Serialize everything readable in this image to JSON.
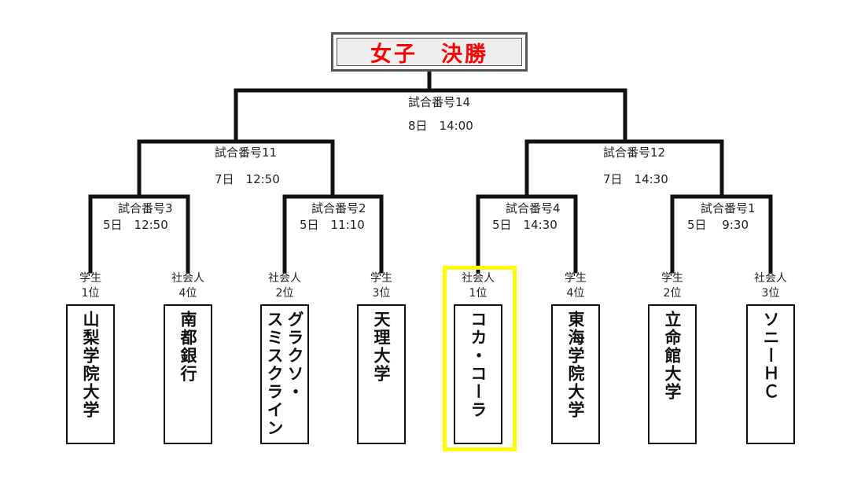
{
  "title": "女子　決勝",
  "colors": {
    "title": "#ff0000",
    "highlight": "#ffff00",
    "line": "#111111"
  },
  "matches": {
    "m14": {
      "name": "試合番号14",
      "time": "8日　14:00"
    },
    "m11": {
      "name": "試合番号11",
      "time": "7日　12:50"
    },
    "m12": {
      "name": "試合番号12",
      "time": "7日　14:30"
    },
    "m3": {
      "name": "試合番号3",
      "time": "5日　12:50"
    },
    "m2": {
      "name": "試合番号2",
      "time": "5日　11:10"
    },
    "m4": {
      "name": "試合番号4",
      "time": "5日　14:30"
    },
    "m1": {
      "name": "試合番号1",
      "time": "5日　 9:30"
    }
  },
  "teams": [
    {
      "category": "学生",
      "rank": "1位",
      "columns": [
        "山梨学院大学"
      ]
    },
    {
      "category": "社会人",
      "rank": "4位",
      "columns": [
        "南都銀行"
      ]
    },
    {
      "category": "社会人",
      "rank": "2位",
      "columns": [
        "グラクソ・",
        "スミスクライン"
      ]
    },
    {
      "category": "学生",
      "rank": "3位",
      "columns": [
        "天理大学"
      ]
    },
    {
      "category": "社会人",
      "rank": "1位",
      "columns": [
        "コカ・コーラ"
      ]
    },
    {
      "category": "学生",
      "rank": "4位",
      "columns": [
        "東海学院大学"
      ]
    },
    {
      "category": "学生",
      "rank": "2位",
      "columns": [
        "立命館大学"
      ]
    },
    {
      "category": "社会人",
      "rank": "3位",
      "columns": [
        "ソニーＨＣ"
      ]
    }
  ]
}
